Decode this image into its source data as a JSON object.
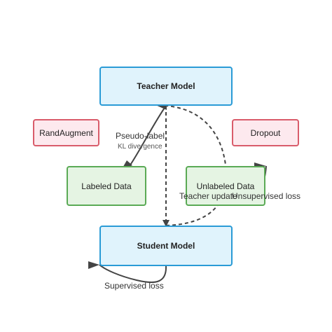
{
  "colors": {
    "blue_fill": "#e0f3fc",
    "blue_stroke": "#2a9bd6",
    "green_fill": "#e5f4e3",
    "green_stroke": "#5aaa55",
    "red_fill": "#fde9ee",
    "red_stroke": "#d95c6b",
    "edge": "#444444"
  },
  "nodes": {
    "teacher": "Teacher Model",
    "student": "Student Model",
    "labeled": "Labeled Data",
    "unlabeled": "Unlabeled Data",
    "randaugment": "RandAugment",
    "dropout": "Dropout"
  },
  "edges": {
    "pseudo_label": "Pseudo-label",
    "kl_divergence": "KL divergence",
    "teacher_update": "Teacher update",
    "unsupervised_loss": "Unsupervised loss",
    "supervised_loss": "Supervised loss"
  }
}
